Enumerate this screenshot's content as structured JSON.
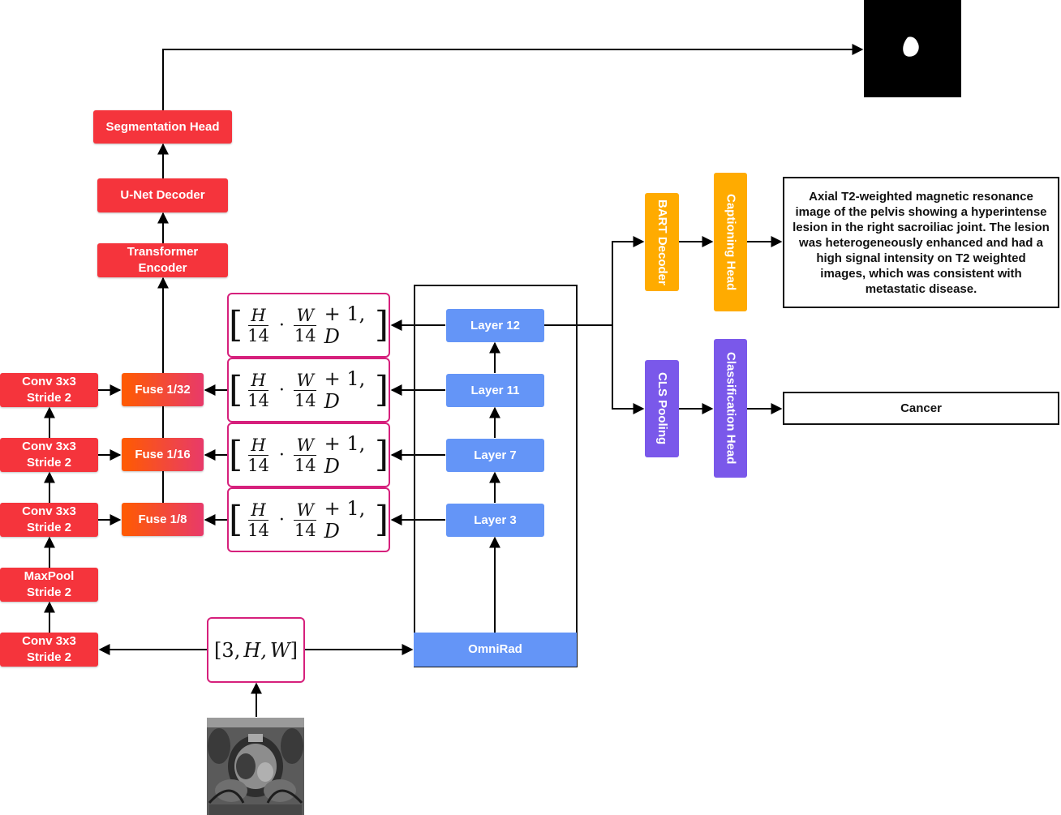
{
  "nodes": {
    "segmentation_head": "Segmentation Head",
    "unet_decoder": "U-Net Decoder",
    "transformer_encoder": "Transformer Encoder",
    "conv_a": "Conv 3x3 Stride 2",
    "conv_b": "Conv 3x3 Stride 2",
    "conv_c": "Conv 3x3 Stride 2",
    "maxpool": "MaxPool Stride 2",
    "conv_d": "Conv 3x3 Stride 2",
    "fuse_32": "Fuse 1/32",
    "fuse_16": "Fuse 1/16",
    "fuse_8": "Fuse 1/8",
    "layer_12": "Layer 12",
    "layer_11": "Layer 11",
    "layer_7": "Layer 7",
    "layer_3": "Layer 3",
    "omnirad": "OmniRad",
    "bart_decoder": "BART Decoder",
    "captioning_head": "Captioning Head",
    "cls_pooling": "CLS Pooling",
    "classification_head": "Classification Head"
  },
  "token_shape": {
    "h": "H",
    "w": "W",
    "den": "14",
    "dot": "·",
    "plus_one": "+ 1,",
    "d": "D"
  },
  "input_shape": {
    "three": "3,",
    "h": "H,",
    "w": "W"
  },
  "outputs": {
    "caption": "Axial T2-weighted magnetic resonance image of the pelvis showing a hyperintense lesion in the right sacroiliac joint. The lesion was heterogeneously enhanced and had a high signal intensity on T2 weighted images, which was consistent with metastatic disease.",
    "class_label": "Cancer"
  },
  "colors": {
    "red": "#f5343c",
    "fuse_start": "#ff5b00",
    "fuse_end": "#e83a6a",
    "blue": "#6495f7",
    "orange": "#ffab00",
    "purple": "#7a58ea",
    "magenta_border": "#d6207c"
  },
  "icons": [
    "mri-input-image",
    "segmentation-mask-image"
  ]
}
